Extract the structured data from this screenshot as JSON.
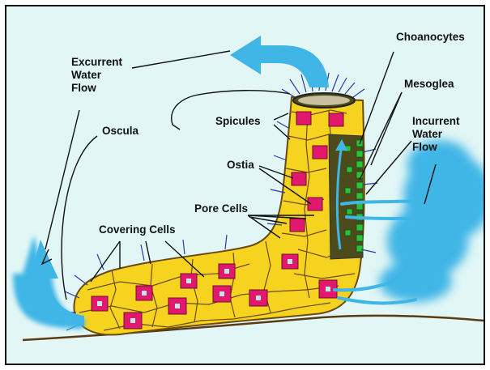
{
  "diagram": {
    "labels": {
      "choanocytes": "Choanocytes",
      "mesoglea": "Mesoglea",
      "incurrent_line1": "Incurrent",
      "incurrent_line2": "Water",
      "incurrent_line3": "Flow",
      "excurrent_line1": "Excurrent",
      "excurrent_line2": "Water",
      "excurrent_line3": "Flow",
      "oscula": "Oscula",
      "spicules": "Spicules",
      "ostia": "Ostia",
      "pore_cells": "Pore Cells",
      "covering_cells": "Covering Cells"
    },
    "colors": {
      "background": "#e2f6f6",
      "body": "#f6d31e",
      "pore_cell": "#e2186e",
      "water_flow": "#3fb6e6",
      "interior": "#4d4a1c",
      "choanocyte": "#2fbf3a",
      "cilia": "#2b3aa8",
      "cell_outline": "#6b4a12"
    }
  }
}
